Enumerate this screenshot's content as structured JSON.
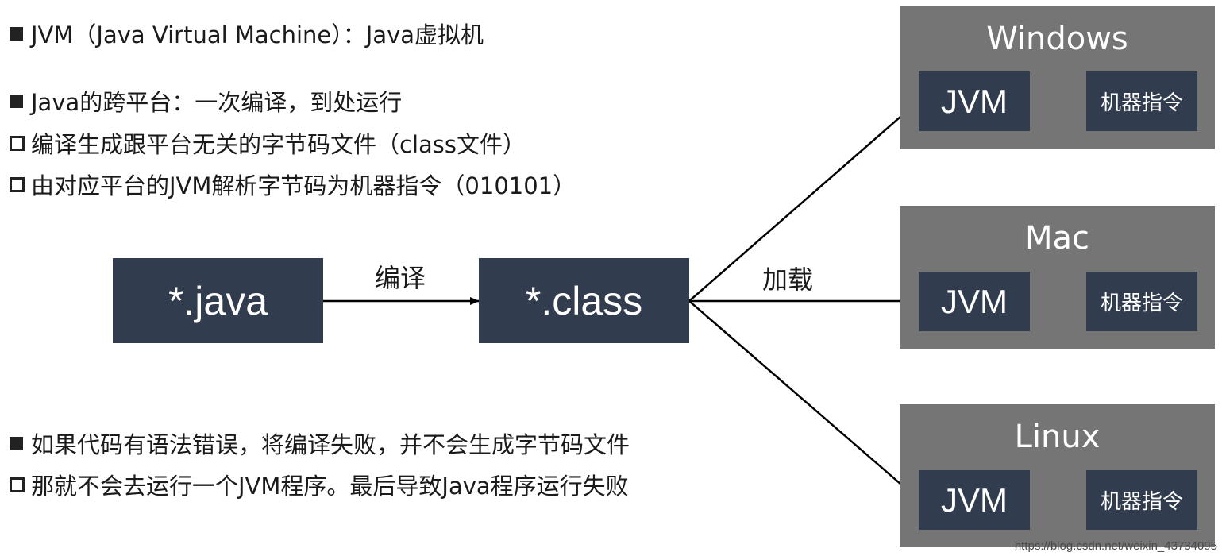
{
  "notes": {
    "jvm_def": "JVM（Java Virtual Machine）：Java虚拟机",
    "cross_platform": "Java的跨平台：一次编译，到处运行",
    "compile_step": "编译生成跟平台无关的字节码文件（class文件）",
    "interpret_step": "由对应平台的JVM解析字节码为机器指令（010101）",
    "error_note": "如果代码有语法错误，将编译失败，并不会生成字节码文件",
    "error_result": "那就不会去运行一个JVM程序。最后导致Java程序运行失败"
  },
  "flow": {
    "source": "*.java",
    "bytecode": "*.class",
    "compile_label": "编译",
    "load_label": "加载"
  },
  "platforms": [
    {
      "name": "Windows",
      "jvm": "JVM",
      "output": "机器指令"
    },
    {
      "name": "Mac",
      "jvm": "JVM",
      "output": "机器指令"
    },
    {
      "name": "Linux",
      "jvm": "JVM",
      "output": "机器指令"
    }
  ],
  "watermark": "https://blog.csdn.net/weixin_43734095",
  "colors": {
    "box": "#323c4f",
    "panel": "#757575",
    "arrow": "#000000",
    "inner_arrow": "#ffff00"
  }
}
